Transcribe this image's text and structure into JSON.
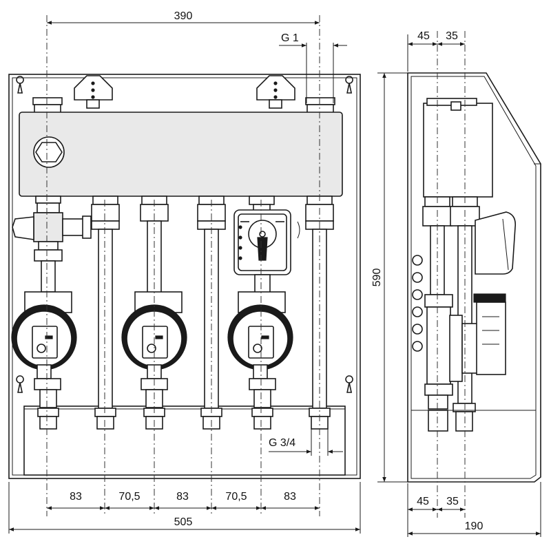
{
  "dimensions": {
    "top_width": "390",
    "thread_top": "G 1",
    "thread_bottom": "G 3/4",
    "height": "590",
    "bottom_spacings": [
      "83",
      "70,5",
      "83",
      "70,5",
      "83"
    ],
    "total_width": "505",
    "side_top_left": "45",
    "side_top_right": "35",
    "side_bottom_left": "45",
    "side_bottom_right": "35",
    "depth": "190"
  },
  "colors": {
    "line": "#1a1a1a",
    "surface": "#e9e9e9",
    "background": "#ffffff"
  }
}
